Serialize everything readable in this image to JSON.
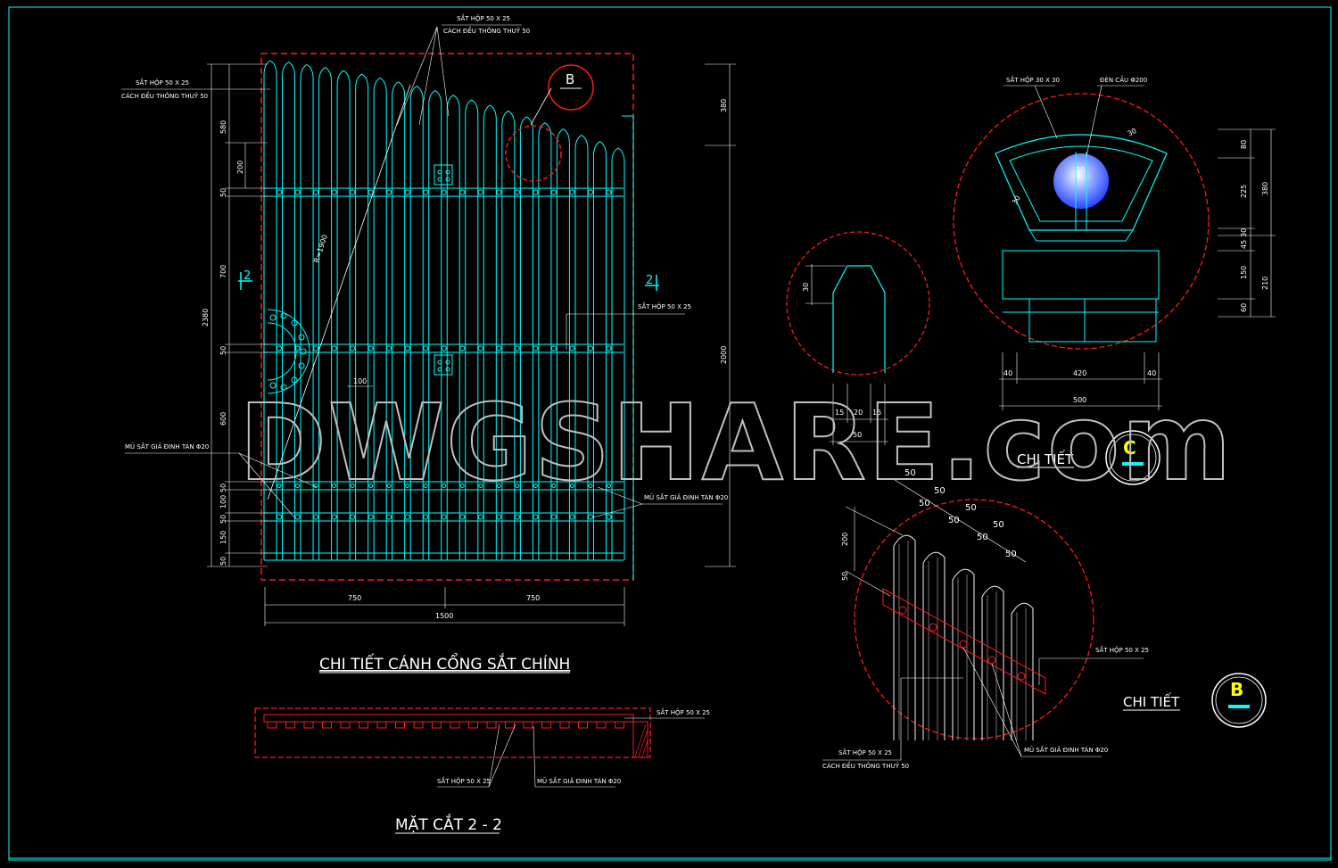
{
  "watermark": "DWGSHARE.com",
  "gate": {
    "title": "CHI TIẾT CÁNH CỔNG SẮT CHÍNH",
    "note_top_1": "SẮT HỘP 50 X 25",
    "note_top_2": "CÁCH ĐỀU THÔNG THUỶ 50",
    "note_left_1": "SẮT HỘP 50 X 25",
    "note_left_2": "CÁCH ĐỀU THÔNG THUỶ 50",
    "note_right": "SẮT HỘP 50 X 25",
    "note_bolt_left": "MŨ SẮT GIẢ ĐINH TÁN Φ20",
    "note_bolt_right": "MŨ SẮT GIẢ ĐINH TÁN Φ20",
    "radius": "R=1900",
    "spacing": "100",
    "section_mark_left": "2",
    "section_mark_right": "2",
    "callout_b": "B",
    "dims_left": [
      "580",
      "200",
      "50",
      "700",
      "50",
      "600",
      "50",
      "100",
      "50",
      "150",
      "50"
    ],
    "dim_total_left": "2380",
    "dims_right": [
      "380",
      "2000"
    ],
    "dims_bottom": [
      "750",
      "750"
    ],
    "dim_total_bottom": "1500"
  },
  "section": {
    "title": "MẶT CẮT 2 - 2",
    "note_right": "SẮT HỘP 50 X 25",
    "note_bottom_1": "SẮT HỘP 50 X 25",
    "note_bottom_2": "MŨ SẮT GIẢ ĐINH TÁN Φ20"
  },
  "tip_detail": {
    "dim_height": "30",
    "dims_bottom": [
      "15",
      "20",
      "15"
    ],
    "dim_total": "50"
  },
  "detail_c": {
    "label": "CHI TIẾT",
    "mark": "C",
    "note_box": "SẮT HỘP 30 X 30",
    "note_lamp": "ĐÈN CẦU Φ200",
    "dim_thk_1": "30",
    "dim_thk_2": "30",
    "dim_lamp": "50",
    "dims_right_inner": [
      "80",
      "225",
      "30",
      "45",
      "150",
      "60"
    ],
    "dims_right_outer": [
      "380",
      "210"
    ],
    "dims_bottom": [
      "40",
      "420",
      "40"
    ],
    "dim_total": "500"
  },
  "detail_b": {
    "label": "CHI TIẾT",
    "mark": "B",
    "dims_spacing": [
      "50",
      "50",
      "50",
      "50",
      "50",
      "50",
      "50",
      "50"
    ],
    "dim_height": "200",
    "dim_bar": "50",
    "note_right": "SẮT HỘP 50 X 25",
    "note_left_1": "SẮT HỘP 50 X 25",
    "note_left_2": "CÁCH ĐỀU THÔNG THUỶ 50",
    "note_bottom": "MŨ SẮT GIẢ ĐINH TÁN Φ20"
  },
  "colors": {
    "background": "#000000",
    "line_cyan": "#00ffff",
    "line_red": "#ff1a1a",
    "text": "#ffffff",
    "accent_yellow": "#ffff00",
    "lamp_blue": "#3b5bff"
  }
}
